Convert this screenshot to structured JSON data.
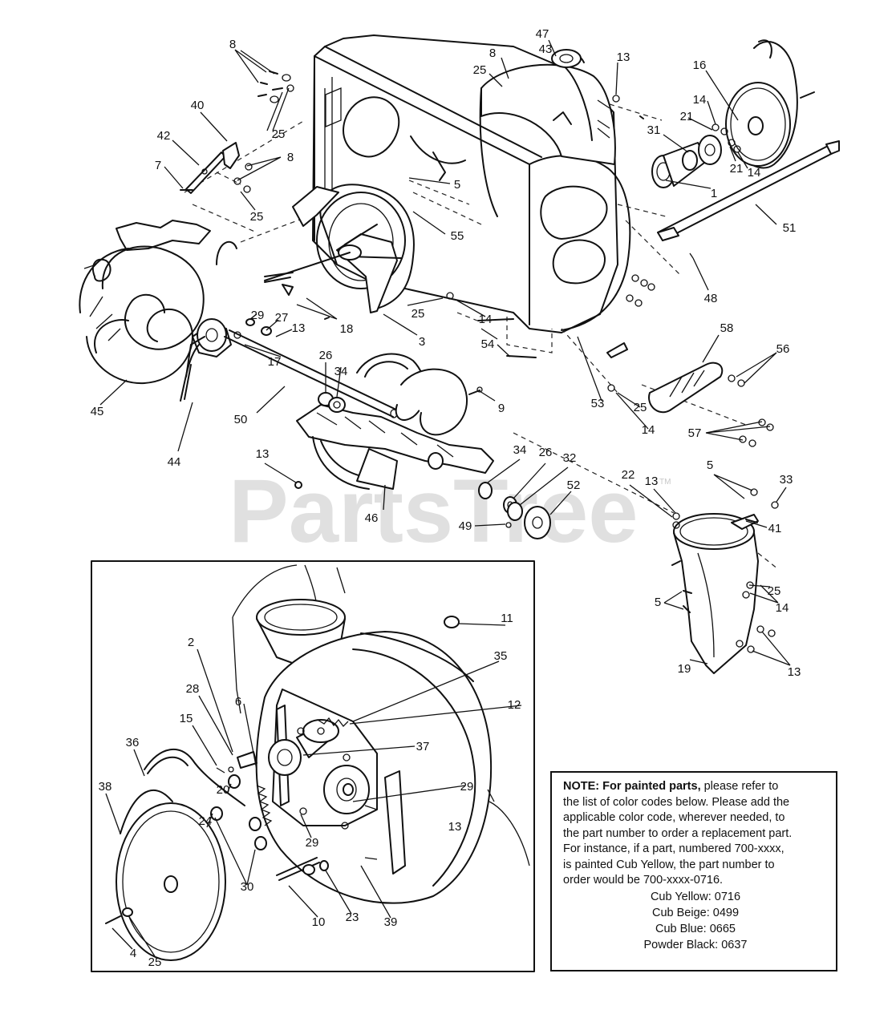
{
  "watermark": {
    "text": "PartsTree",
    "tm": "TM"
  },
  "callouts": [
    {
      "id": "c8a",
      "text": "8"
    },
    {
      "id": "c47",
      "text": "47"
    },
    {
      "id": "c43",
      "text": "43"
    },
    {
      "id": "c8b",
      "text": "8"
    },
    {
      "id": "c25a",
      "text": "25"
    },
    {
      "id": "c13a",
      "text": "13"
    },
    {
      "id": "c16",
      "text": "16"
    },
    {
      "id": "c40",
      "text": "40"
    },
    {
      "id": "c25b",
      "text": "25"
    },
    {
      "id": "c42",
      "text": "42"
    },
    {
      "id": "c8c",
      "text": "8"
    },
    {
      "id": "c7",
      "text": "7"
    },
    {
      "id": "c25c",
      "text": "25"
    },
    {
      "id": "c14a",
      "text": "14"
    },
    {
      "id": "c21a",
      "text": "21"
    },
    {
      "id": "c31",
      "text": "31"
    },
    {
      "id": "c14b",
      "text": "14"
    },
    {
      "id": "c21b",
      "text": "21"
    },
    {
      "id": "c1",
      "text": "1"
    },
    {
      "id": "c5a",
      "text": "5"
    },
    {
      "id": "c55",
      "text": "55"
    },
    {
      "id": "c51",
      "text": "51"
    },
    {
      "id": "c48",
      "text": "48"
    },
    {
      "id": "c29a",
      "text": "29"
    },
    {
      "id": "c27",
      "text": "27"
    },
    {
      "id": "c13b",
      "text": "13"
    },
    {
      "id": "c18",
      "text": "18"
    },
    {
      "id": "c25d",
      "text": "25"
    },
    {
      "id": "c14c",
      "text": "14"
    },
    {
      "id": "c3",
      "text": "3"
    },
    {
      "id": "c17",
      "text": "17"
    },
    {
      "id": "c26a",
      "text": "26"
    },
    {
      "id": "c34a",
      "text": "34"
    },
    {
      "id": "c54",
      "text": "54"
    },
    {
      "id": "c58",
      "text": "58"
    },
    {
      "id": "c56",
      "text": "56"
    },
    {
      "id": "c45",
      "text": "45"
    },
    {
      "id": "c50",
      "text": "50"
    },
    {
      "id": "c9",
      "text": "9"
    },
    {
      "id": "c53",
      "text": "53"
    },
    {
      "id": "c25e",
      "text": "25"
    },
    {
      "id": "c14d",
      "text": "14"
    },
    {
      "id": "c57",
      "text": "57"
    },
    {
      "id": "c44",
      "text": "44"
    },
    {
      "id": "c13c",
      "text": "13"
    },
    {
      "id": "c34b",
      "text": "34"
    },
    {
      "id": "c26b",
      "text": "26"
    },
    {
      "id": "c32",
      "text": "32"
    },
    {
      "id": "c22",
      "text": "22"
    },
    {
      "id": "c13d",
      "text": "13"
    },
    {
      "id": "c5b",
      "text": "5"
    },
    {
      "id": "c33",
      "text": "33"
    },
    {
      "id": "c52",
      "text": "52"
    },
    {
      "id": "c49",
      "text": "49"
    },
    {
      "id": "c46",
      "text": "46"
    },
    {
      "id": "c41",
      "text": "41"
    },
    {
      "id": "c25f",
      "text": "25"
    },
    {
      "id": "c5c",
      "text": "5"
    },
    {
      "id": "c14e",
      "text": "14"
    },
    {
      "id": "c19",
      "text": "19"
    },
    {
      "id": "c13e",
      "text": "13"
    },
    {
      "id": "c11",
      "text": "11"
    },
    {
      "id": "c2",
      "text": "2"
    },
    {
      "id": "c35",
      "text": "35"
    },
    {
      "id": "c28",
      "text": "28"
    },
    {
      "id": "c12",
      "text": "12"
    },
    {
      "id": "c6",
      "text": "6"
    },
    {
      "id": "c15",
      "text": "15"
    },
    {
      "id": "c36",
      "text": "36"
    },
    {
      "id": "c37",
      "text": "37"
    },
    {
      "id": "c38",
      "text": "38"
    },
    {
      "id": "c20",
      "text": "20"
    },
    {
      "id": "c24",
      "text": "24"
    },
    {
      "id": "c29b",
      "text": "29"
    },
    {
      "id": "c13f",
      "text": "13"
    },
    {
      "id": "c29c",
      "text": "29"
    },
    {
      "id": "c30",
      "text": "30"
    },
    {
      "id": "c10",
      "text": "10"
    },
    {
      "id": "c23",
      "text": "23"
    },
    {
      "id": "c39",
      "text": "39"
    },
    {
      "id": "c4",
      "text": "4"
    },
    {
      "id": "c25g",
      "text": "25"
    }
  ],
  "note": {
    "heading": "NOTE: For painted parts,",
    "lines": [
      " please refer to",
      "the list of color codes below. Please add the",
      "applicable color code, wherever needed, to",
      "the part number to order a replacement part.",
      "For instance, if a part, numbered 700-xxxx,",
      "is painted Cub Yellow,  the part number to",
      "order would be 700-xxxx-0716."
    ],
    "codes": [
      "Cub Yellow: 0716",
      "Cub Beige: 0499",
      "Cub Blue: 0665",
      "Powder Black: 0637"
    ]
  }
}
